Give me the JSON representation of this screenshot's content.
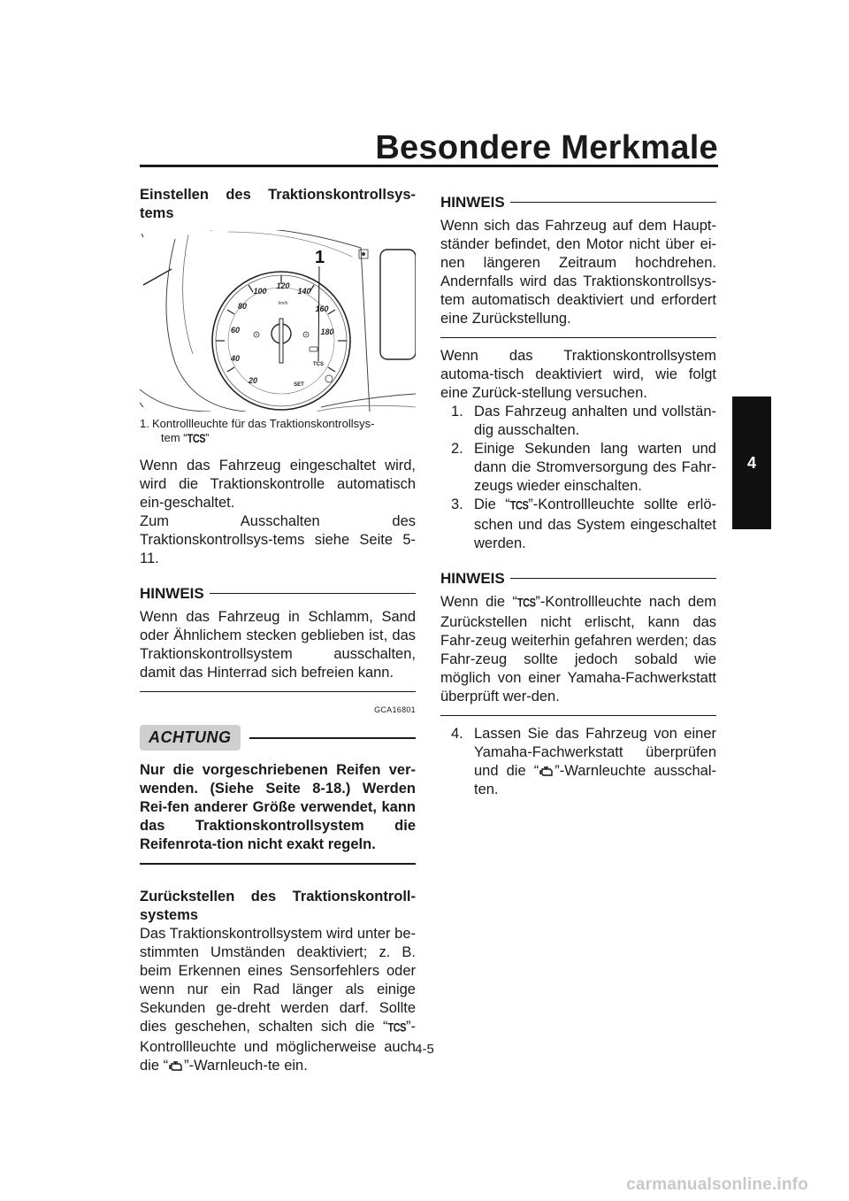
{
  "page_title": "Besondere Merkmale",
  "chapter_tab": "4",
  "page_number": "4-5",
  "watermark": "carmanualsonline.info",
  "left": {
    "section1_heading": "Einstellen des Traktionskontrollsys-tems",
    "figure": {
      "callout": "1",
      "gauge_numbers": [
        "20",
        "40",
        "60",
        "80",
        "100",
        "120",
        "140",
        "160",
        "180"
      ],
      "unit": "km/h",
      "tcs_label": "TCS",
      "set_label": "SET"
    },
    "caption_num": "1.",
    "caption_text": "Kontrollleuchte für das Traktionskontrollsys-",
    "caption_cont_pre": "tem “",
    "caption_cont_post": "”",
    "para1": "Wenn das Fahrzeug eingeschaltet wird, wird die Traktionskontrolle automatisch ein-geschaltet.",
    "para2": "Zum Ausschalten des Traktionskontrollsys-tems siehe Seite 5-11.",
    "hinweis_label": "HINWEIS",
    "hinweis_text": "Wenn das Fahrzeug in Schlamm, Sand oder Ähnlichem stecken geblieben ist, das Traktionskontrollsystem ausschalten, damit das Hinterrad sich befreien kann.",
    "code": "GCA16801",
    "achtung_label": "ACHTUNG",
    "achtung_text": "Nur die vorgeschriebenen Reifen ver-wenden. (Siehe Seite 8-18.) Werden Rei-fen anderer Größe verwendet, kann das Traktionskontrollsystem die Reifenrota-tion nicht exakt regeln.",
    "section2_heading": "Zurückstellen des Traktionskontroll-systems",
    "para3_a": "Das Traktionskontrollsystem wird unter be-stimmten Umständen deaktiviert; z. B. beim Erkennen eines Sensorfehlers oder wenn nur ein Rad länger als einige Sekunden ge-dreht werden darf. Sollte dies geschehen, schalten sich die “",
    "para3_b": "”-Kontrollleuchte und möglicherweise auch die “",
    "para3_c": "”-Warnleuch-te ein."
  },
  "right": {
    "hinweis1_label": "HINWEIS",
    "hinweis1_text": "Wenn sich das Fahrzeug auf dem Haupt-ständer befindet, den Motor nicht über ei-nen längeren Zeitraum hochdrehen. Andernfalls wird das Traktionskontrollsys-tem automatisch deaktiviert und erfordert eine Zurückstellung.",
    "intro": "Wenn das Traktionskontrollsystem automa-tisch deaktiviert wird, wie folgt eine Zurück-stellung versuchen.",
    "steps": [
      {
        "n": "1.",
        "text": "Das Fahrzeug anhalten und vollstän-dig ausschalten."
      },
      {
        "n": "2.",
        "text": "Einige Sekunden lang warten und dann die Stromversorgung des Fahr-zeugs wieder einschalten."
      }
    ],
    "step3_n": "3.",
    "step3_pre": "Die “",
    "step3_post": "”-Kontrollleuchte sollte erlö-schen und das System eingeschaltet werden.",
    "hinweis2_label": "HINWEIS",
    "hinweis2_pre": "Wenn die “",
    "hinweis2_post": "”-Kontrollleuchte nach dem Zurückstellen nicht erlischt, kann das Fahr-zeug weiterhin gefahren werden; das Fahr-zeug sollte jedoch sobald wie möglich von einer Yamaha-Fachwerkstatt überprüft wer-den.",
    "step4_n": "4.",
    "step4_pre": "Lassen Sie das Fahrzeug von einer Yamaha-Fachwerkstatt überprüfen und die “",
    "step4_post": "”-Warnleuchte ausschal-ten."
  },
  "icons": {
    "tcs": "TCS",
    "engine": "engine-warning-icon"
  }
}
